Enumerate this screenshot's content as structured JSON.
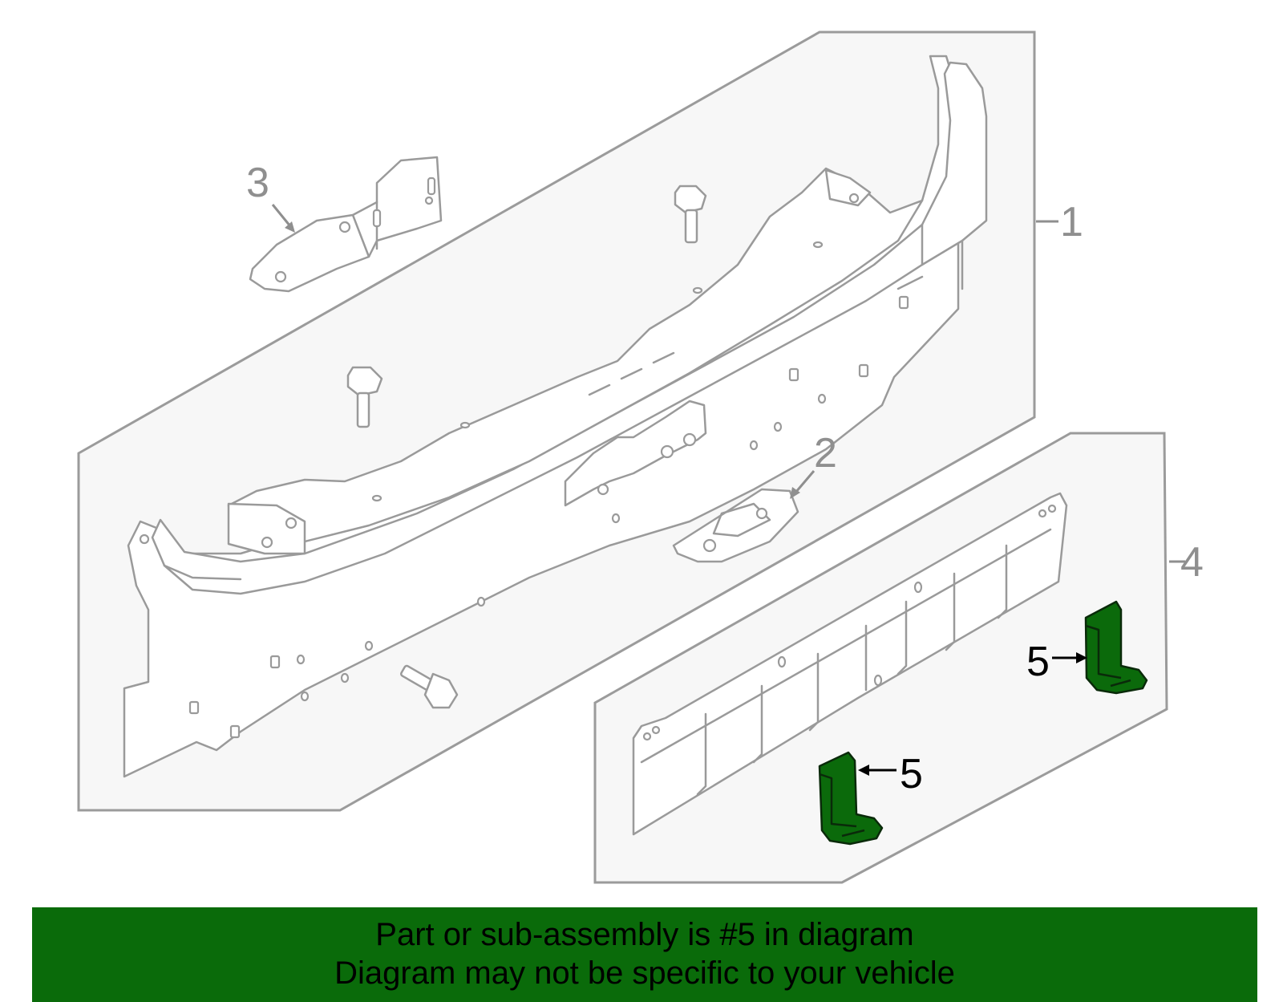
{
  "diagram": {
    "callouts": {
      "part_1": "1",
      "part_2": "2",
      "part_3": "3",
      "part_4": "4",
      "part_5_right": "5",
      "part_5_left": "5"
    },
    "highlight_color": "#0b6a0b",
    "panel_color": "#f7f7f7"
  },
  "banner": {
    "line1": "Part or sub-assembly is #5 in diagram",
    "line2": "Diagram may not be specific to your vehicle",
    "background": "#0a6b0a"
  }
}
